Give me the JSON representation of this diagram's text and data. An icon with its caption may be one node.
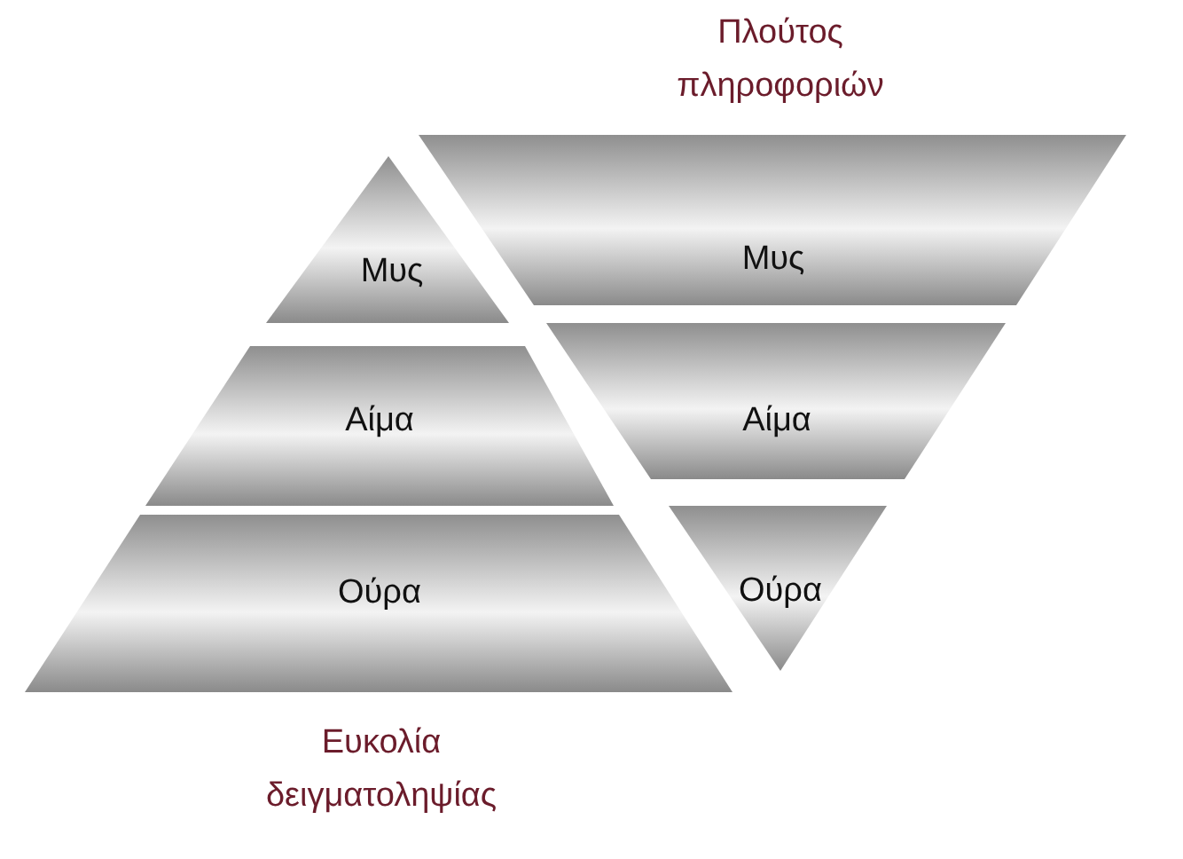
{
  "diagram": {
    "nodes": [
      {
        "text": [
          "Μυς"
        ]
      },
      {
        "text": [
          "Αίμα"
        ]
      },
      {
        "text": [
          "Ούρα"
        ]
      },
      {
        "text": [
          "Μυς"
        ]
      },
      {
        "text": [
          "Αίμα"
        ]
      },
      {
        "text": [
          "Ούρα"
        ]
      }
    ],
    "labels": [
      "Πλούτος πληροφοριών",
      "Ευκολία δειγματοληψίας"
    ]
  }
}
